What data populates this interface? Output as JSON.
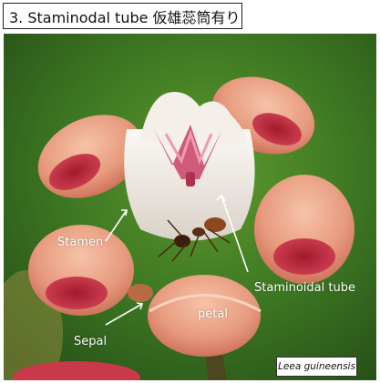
{
  "title": "3. Staminodal tube 仮雄蕊筒有り",
  "species": "Leea guineensis",
  "labels": {
    "stamen": "Stamen",
    "staminoidal_tube": "Staminoidal tube",
    "sepal": "Sepal",
    "petal": "petal"
  },
  "colors": {
    "background_green": "#3f7a25",
    "petal_pink": "#e9a082",
    "petal_inner_red": "#c8394a",
    "tube_white": "#ede8e2",
    "label_text": "#ffffff"
  }
}
